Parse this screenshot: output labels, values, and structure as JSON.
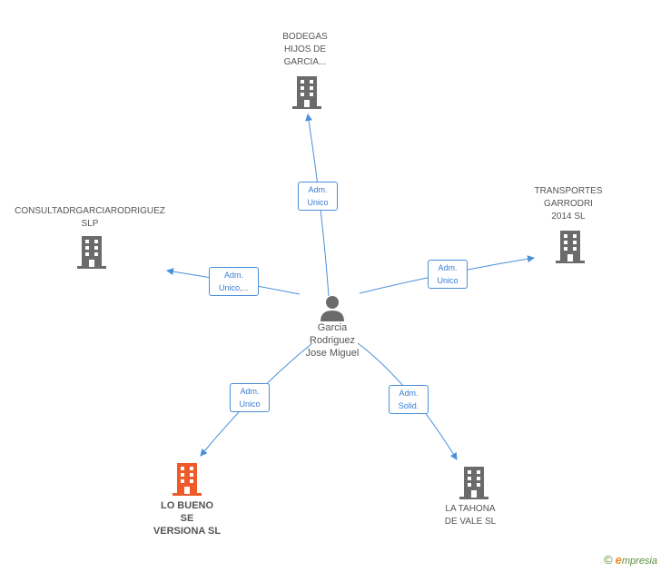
{
  "center": {
    "name": "Garcia\nRodriguez\nJose Miguel"
  },
  "companies": [
    {
      "id": "bodegas",
      "label": "BODEGAS\nHIJOS DE\nGARCIA...",
      "highlight": false
    },
    {
      "id": "transportes",
      "label": "TRANSPORTES\nGARRODRI\n2014 SL",
      "highlight": false
    },
    {
      "id": "consulta",
      "label": "CONSULTADRGARCIARODRIGUEZ\nSLP",
      "highlight": false
    },
    {
      "id": "lobueno",
      "label": "LO BUENO\nSE\nVERSIONA SL",
      "highlight": true
    },
    {
      "id": "latahona",
      "label": "LA TAHONA\nDE VALE SL",
      "highlight": false
    }
  ],
  "relations": [
    {
      "to": "bodegas",
      "label": "Adm.\nUnico"
    },
    {
      "to": "transportes",
      "label": "Adm.\nUnico"
    },
    {
      "to": "consulta",
      "label": "Adm.\nUnico,..."
    },
    {
      "to": "lobueno",
      "label": "Adm.\nUnico"
    },
    {
      "to": "latahona",
      "label": "Adm.\nSolid."
    }
  ],
  "colors": {
    "edge": "#4a90d9",
    "building": "#6b6b6b",
    "building_highlight": "#f05a28",
    "person": "#6b6b6b"
  },
  "brand": {
    "symbol": "©",
    "initial": "e",
    "rest": "mpresia"
  }
}
